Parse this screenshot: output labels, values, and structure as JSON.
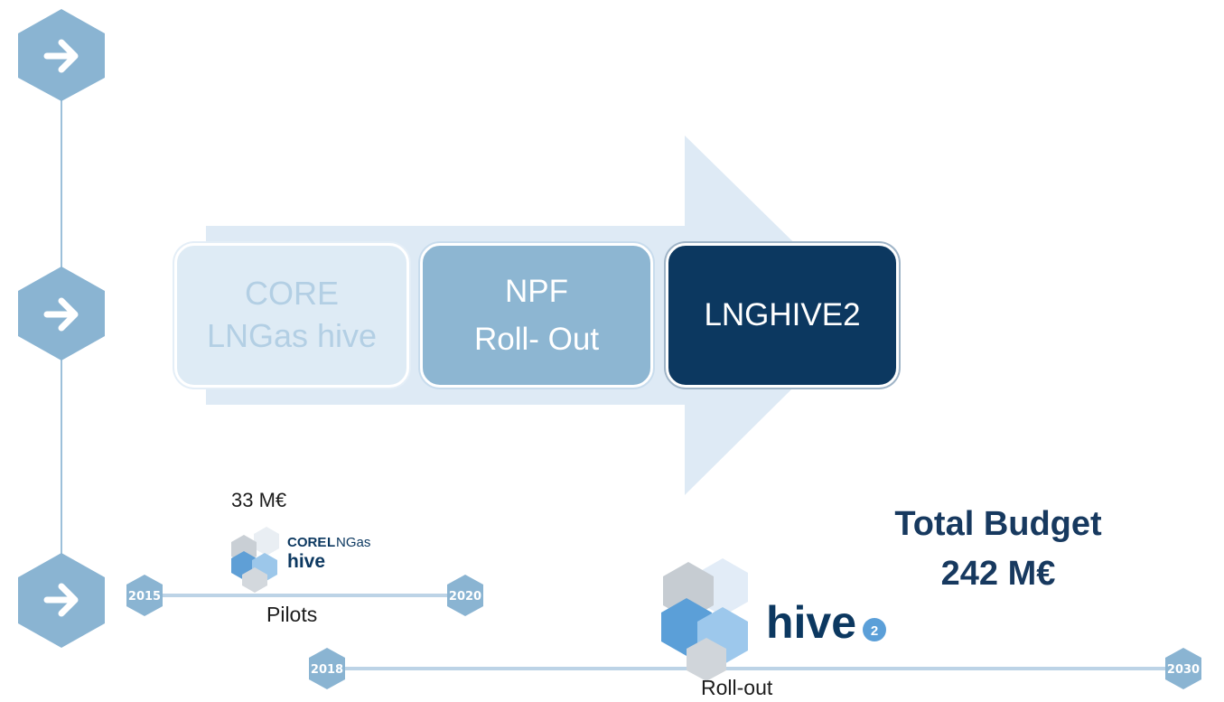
{
  "stages": [
    {
      "line1": "CORE",
      "line2": "LNGas hive"
    },
    {
      "line1": "NPF",
      "line2": "Roll- Out"
    },
    {
      "line1": "LNGHIVE2",
      "line2": ""
    }
  ],
  "core_project": {
    "budget": "33 M€",
    "logo_text_core": "CORE",
    "logo_text_l": "L",
    "logo_text_ngas": "NGas",
    "logo_text_hive": "hive",
    "start_year": "2015",
    "end_year": "2020",
    "phase": "Pilots"
  },
  "hive2_project": {
    "logo_text": "hive",
    "logo_badge": "2",
    "start_year": "2018",
    "end_year": "2030",
    "phase": "Roll-out"
  },
  "total": {
    "line1": "Total Budget",
    "line2": "242 M€"
  },
  "colors": {
    "hex_fill": "#8ab4d2",
    "arrow_bg": "#deeaf5",
    "dark_navy": "#0c3860",
    "mid_blue": "#8db6d2",
    "light_blue": "#deebf5",
    "total_text": "#17395f"
  }
}
